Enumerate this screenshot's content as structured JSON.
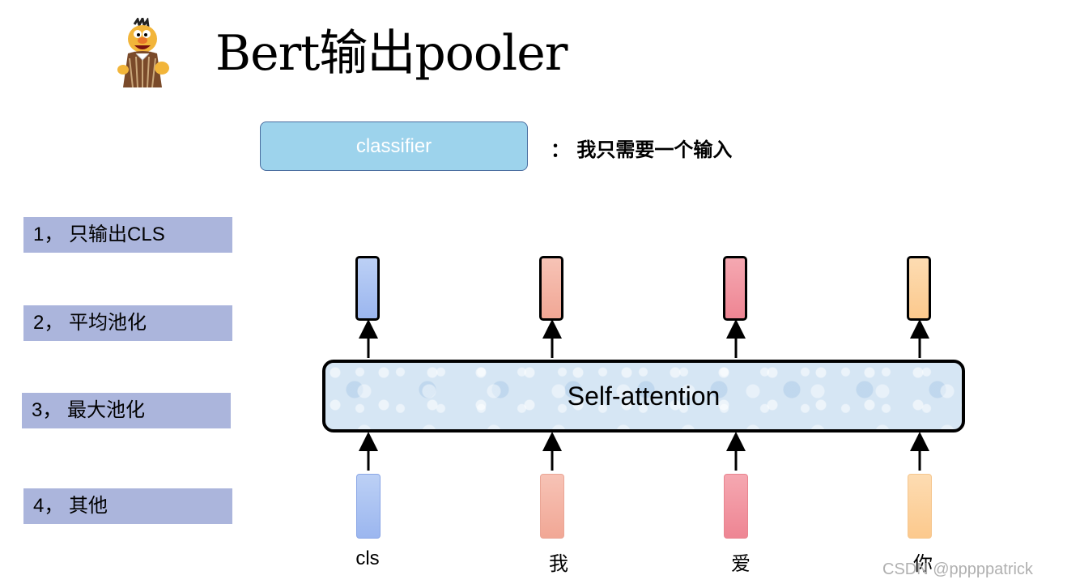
{
  "title": "Bert输出pooler",
  "logo": {
    "icon": "bert-muppet-icon"
  },
  "classifier": {
    "label": "classifier",
    "note": "：  我只需要一个输入",
    "color": "#9dd3ec"
  },
  "options": [
    {
      "label": "1，  只输出CLS"
    },
    {
      "label": "2，  平均池化"
    },
    {
      "label": "3，  最大池化"
    },
    {
      "label": "4，  其他"
    }
  ],
  "self_attention": {
    "label": "Self-attention"
  },
  "tokens": [
    {
      "text": "cls",
      "color": "#9bb6ef"
    },
    {
      "text": "我",
      "color": "#f1a795"
    },
    {
      "text": "爱",
      "color": "#ee8593"
    },
    {
      "text": "你",
      "color": "#fcc98d"
    }
  ],
  "watermark": "CSDN @pppppatrick"
}
